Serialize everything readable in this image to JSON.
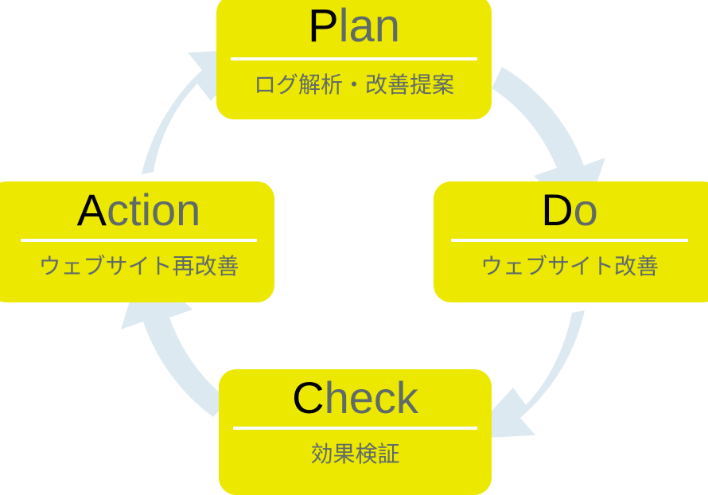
{
  "diagram": {
    "name": "PDCA cycle",
    "background_color": "#ffffff",
    "card_color": "#ece800",
    "arrow_color": "#dde9f0",
    "title_initial_color": "#000000",
    "title_rest_color": "#5f6a6b",
    "subtitle_color": "#5f6a6b",
    "rule_color": "#ffffff"
  },
  "phases": [
    {
      "id": "plan",
      "title_initial": "P",
      "title_rest": "lan",
      "title_full": "Plan",
      "subtitle": "ログ解析・改善提案"
    },
    {
      "id": "do",
      "title_initial": "D",
      "title_rest": "o",
      "title_full": "Do",
      "subtitle": "ウェブサイト改善"
    },
    {
      "id": "check",
      "title_initial": "C",
      "title_rest": "heck",
      "title_full": "Check",
      "subtitle": "効果検証"
    },
    {
      "id": "action",
      "title_initial": "A",
      "title_rest": "ction",
      "title_full": "Action",
      "subtitle": "ウェブサイト再改善"
    }
  ],
  "arrows": [
    {
      "id": "plan-to-do",
      "from": "plan",
      "to": "do",
      "direction": "clockwise-top-right"
    },
    {
      "id": "do-to-check",
      "from": "do",
      "to": "check",
      "direction": "clockwise-bottom-right"
    },
    {
      "id": "check-to-action",
      "from": "check",
      "to": "action",
      "direction": "clockwise-bottom-left"
    },
    {
      "id": "action-to-plan",
      "from": "action",
      "to": "plan",
      "direction": "clockwise-top-left"
    }
  ]
}
